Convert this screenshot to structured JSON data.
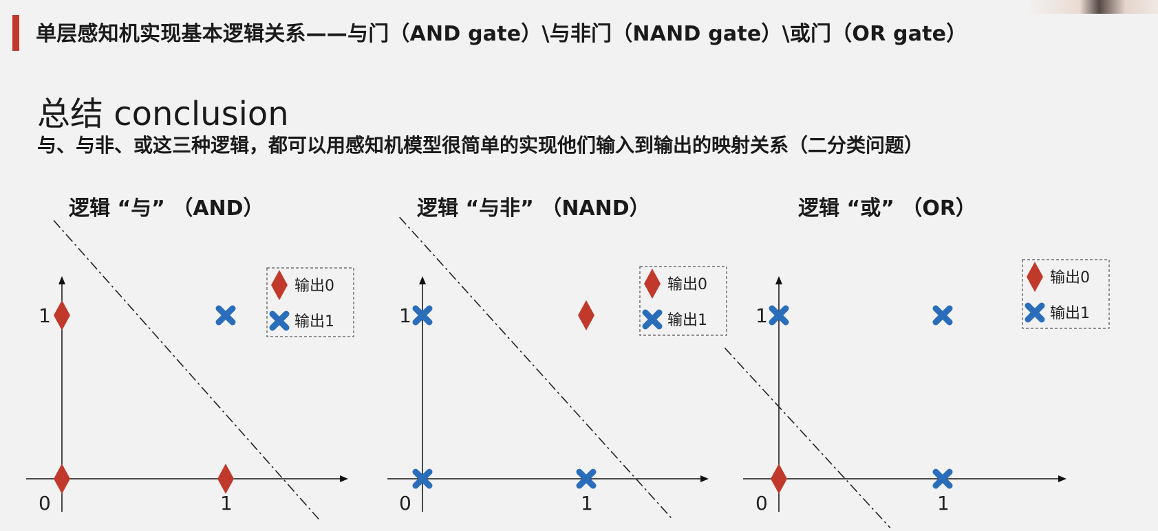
{
  "header": {
    "title": "单层感知机实现基本逻辑关系——与门（AND gate）\\与非门（NAND gate）\\或门（OR gate）"
  },
  "section": {
    "title": "总结 conclusion"
  },
  "summary": {
    "text": "与、与非、或这三种逻辑，都可以用感知机模型很简单的实现他们输入到输出的映射关系（二分类问题）"
  },
  "legend": {
    "output0": "输出0",
    "output1": "输出1"
  },
  "colors": {
    "output0": "#c0392b",
    "output1": "#2a6ebb",
    "accent": "#c0392b"
  },
  "chart_data": [
    {
      "type": "scatter",
      "title": "逻辑 “与” （AND）",
      "tick_labels": {
        "origin": "0",
        "x1": "1",
        "y1": "1"
      },
      "points": [
        {
          "x": 0,
          "y": 0,
          "output": 0
        },
        {
          "x": 1,
          "y": 0,
          "output": 0
        },
        {
          "x": 0,
          "y": 1,
          "output": 0
        },
        {
          "x": 1,
          "y": 1,
          "output": 1
        }
      ],
      "decision_line": {
        "x1": -0.05,
        "y1": 1.58,
        "x2": 1.58,
        "y2": -0.26
      },
      "legend_position": "top-right"
    },
    {
      "type": "scatter",
      "title": "逻辑 “与非” （NAND）",
      "tick_labels": {
        "origin": "0",
        "x1": "1",
        "y1": "1"
      },
      "points": [
        {
          "x": 0,
          "y": 0,
          "output": 1
        },
        {
          "x": 1,
          "y": 0,
          "output": 1
        },
        {
          "x": 0,
          "y": 1,
          "output": 1
        },
        {
          "x": 1,
          "y": 1,
          "output": 0
        }
      ],
      "decision_line": {
        "x1": -0.14,
        "y1": 1.6,
        "x2": 1.52,
        "y2": -0.24
      },
      "legend_position": "top-right"
    },
    {
      "type": "scatter",
      "title": "逻辑 “或” （OR）",
      "tick_labels": {
        "origin": "0",
        "x1": "1",
        "y1": "1"
      },
      "points": [
        {
          "x": 0,
          "y": 0,
          "output": 0
        },
        {
          "x": 1,
          "y": 0,
          "output": 1
        },
        {
          "x": 0,
          "y": 1,
          "output": 1
        },
        {
          "x": 1,
          "y": 1,
          "output": 1
        }
      ],
      "decision_line": {
        "x1": -0.33,
        "y1": 0.8,
        "x2": 0.68,
        "y2": -0.3
      },
      "legend_position": "top-right"
    }
  ]
}
